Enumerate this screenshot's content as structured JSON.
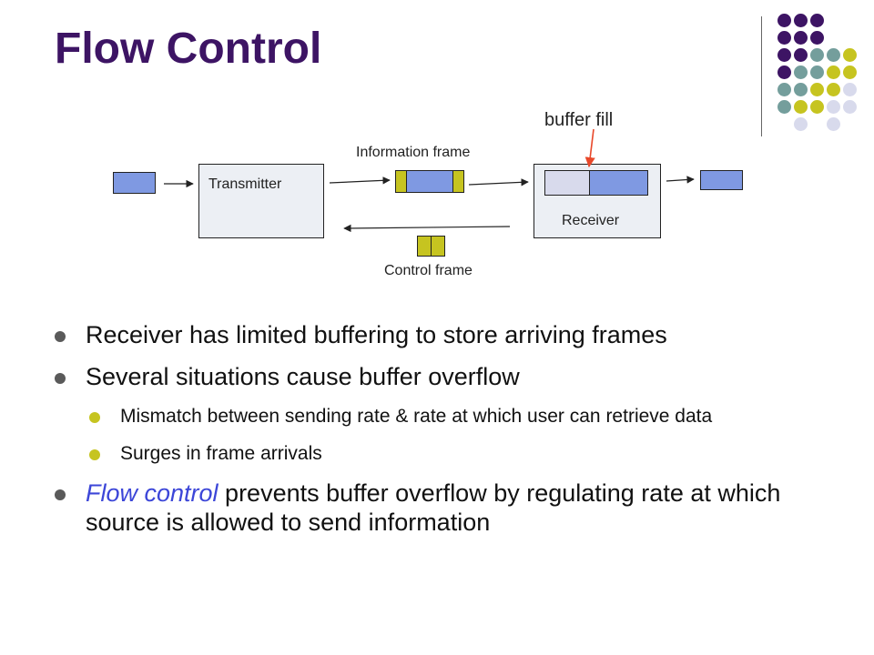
{
  "title": "Flow Control",
  "colors": {
    "title": "#3d1464",
    "purple_dot": "#3d1464",
    "teal_dot": "#749e9c",
    "yellow_dot": "#c6c420",
    "lavender_dot": "#d8daec",
    "frame_blue": "#7f99e2",
    "frame_yellow": "#c6c420",
    "arrow_red": "#e8482a",
    "emphasis_blue": "#3c46d8"
  },
  "diagram": {
    "transmitter_label": "Transmitter",
    "receiver_label": "Receiver",
    "information_frame_label": "Information frame",
    "control_frame_label": "Control frame",
    "buffer_fill_label": "buffer fill"
  },
  "bullets": {
    "b1": "Receiver has limited buffering to store arriving frames",
    "b2": "Several situations cause buffer overflow",
    "b2_sub1": "Mismatch between sending rate & rate at which user can retrieve data",
    "b2_sub2": "Surges in frame arrivals",
    "b3_emphasis": "Flow control",
    "b3_rest": " prevents buffer overflow by regulating rate at which source is allowed to send information"
  }
}
